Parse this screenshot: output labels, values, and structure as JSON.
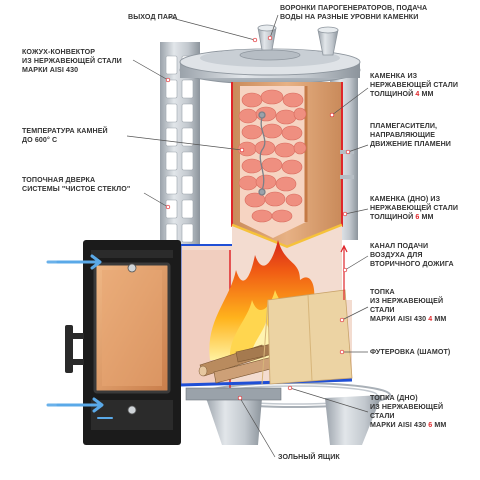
{
  "diagram": {
    "callouts": {
      "steam_outlet": {
        "lines": [
          "ВЫХОД ПАРА"
        ]
      },
      "steam_funnels": {
        "lines": [
          "ВОРОНКИ ПАРОГЕНЕРАТОРОВ, ПОДАЧА",
          "ВОДЫ НА РАЗНЫЕ УРОВНИ КАМЕНКИ"
        ]
      },
      "casing_convector": {
        "lines": [
          "КОЖУХ-КОНВЕКТОР",
          "ИЗ НЕРЖАВЕЮЩЕЙ СТАЛИ",
          "МАРКИ AISI 430"
        ]
      },
      "stone_chamber": {
        "lines": [
          "КАМЕНКА ИЗ",
          "НЕРЖАВЕЮЩЕЙ СТАЛИ"
        ],
        "thickness_prefix": "ТОЛЩИНОЙ ",
        "thickness_value": "4",
        "thickness_unit": " мм"
      },
      "stone_temperature": {
        "lines": [
          "ТЕМПЕРАТУРА КАМНЕЙ",
          "ДО 600° С"
        ]
      },
      "flame_dividers": {
        "lines": [
          "ПЛАМЕГАСИТЕЛИ,",
          "НАПРАВЛЯЮЩИЕ",
          "ДВИЖЕНИЕ ПЛАМЕНИ"
        ]
      },
      "firebox_door": {
        "lines": [
          "ТОПОЧНАЯ ДВЕРКА",
          "СИСТЕМЫ \"ЧИСТОЕ СТЕКЛО\""
        ]
      },
      "stone_chamber_bottom": {
        "lines": [
          "КАМЕНКА (ДНО) ИЗ",
          "НЕРЖАВЕЮЩЕЙ СТАЛИ"
        ],
        "thickness_prefix": "ТОЛЩИНОЙ ",
        "thickness_value": "6",
        "thickness_unit": " мм"
      },
      "air_channel": {
        "lines": [
          "КАНАЛ ПОДАЧИ",
          "ВОЗДУХА ДЛЯ",
          "ВТОРИЧНОГО ДОЖИГА"
        ]
      },
      "firebox": {
        "lines": [
          "ТОПКА",
          "ИЗ НЕРЖАВЕЮЩЕЙ",
          "СТАЛИ"
        ],
        "grade_prefix": "МАРКИ AISI 430 ",
        "grade_value": "4",
        "grade_unit": " мм"
      },
      "lining": {
        "lines": [
          "ФУТЕРОВКА (ШАМОТ)"
        ]
      },
      "firebox_bottom": {
        "lines": [
          "ТОПКА (ДНО)",
          "ИЗ НЕРЖАВЕЮЩЕЙ",
          "СТАЛИ"
        ],
        "grade_prefix": "МАРКИ AISI 430 ",
        "grade_value": "6",
        "grade_unit": " мм"
      },
      "ash_box": {
        "lines": [
          "ЗОЛЬНЫЙ ЯЩИК"
        ]
      }
    },
    "colors": {
      "accent": "#e0262a",
      "text": "#333333",
      "leader": "#555555",
      "steel": "#c9cfd6",
      "steel_dark": "#8e969e",
      "stone": "#ee8a7b",
      "chamotte": "#e9cf9e",
      "chamber_wall": "#d9a070",
      "firebox_blue": "#1f4fd6",
      "air_blue": "#5aa9e8",
      "door_black": "#1b1b1b",
      "glass": "#e3a06c"
    }
  }
}
